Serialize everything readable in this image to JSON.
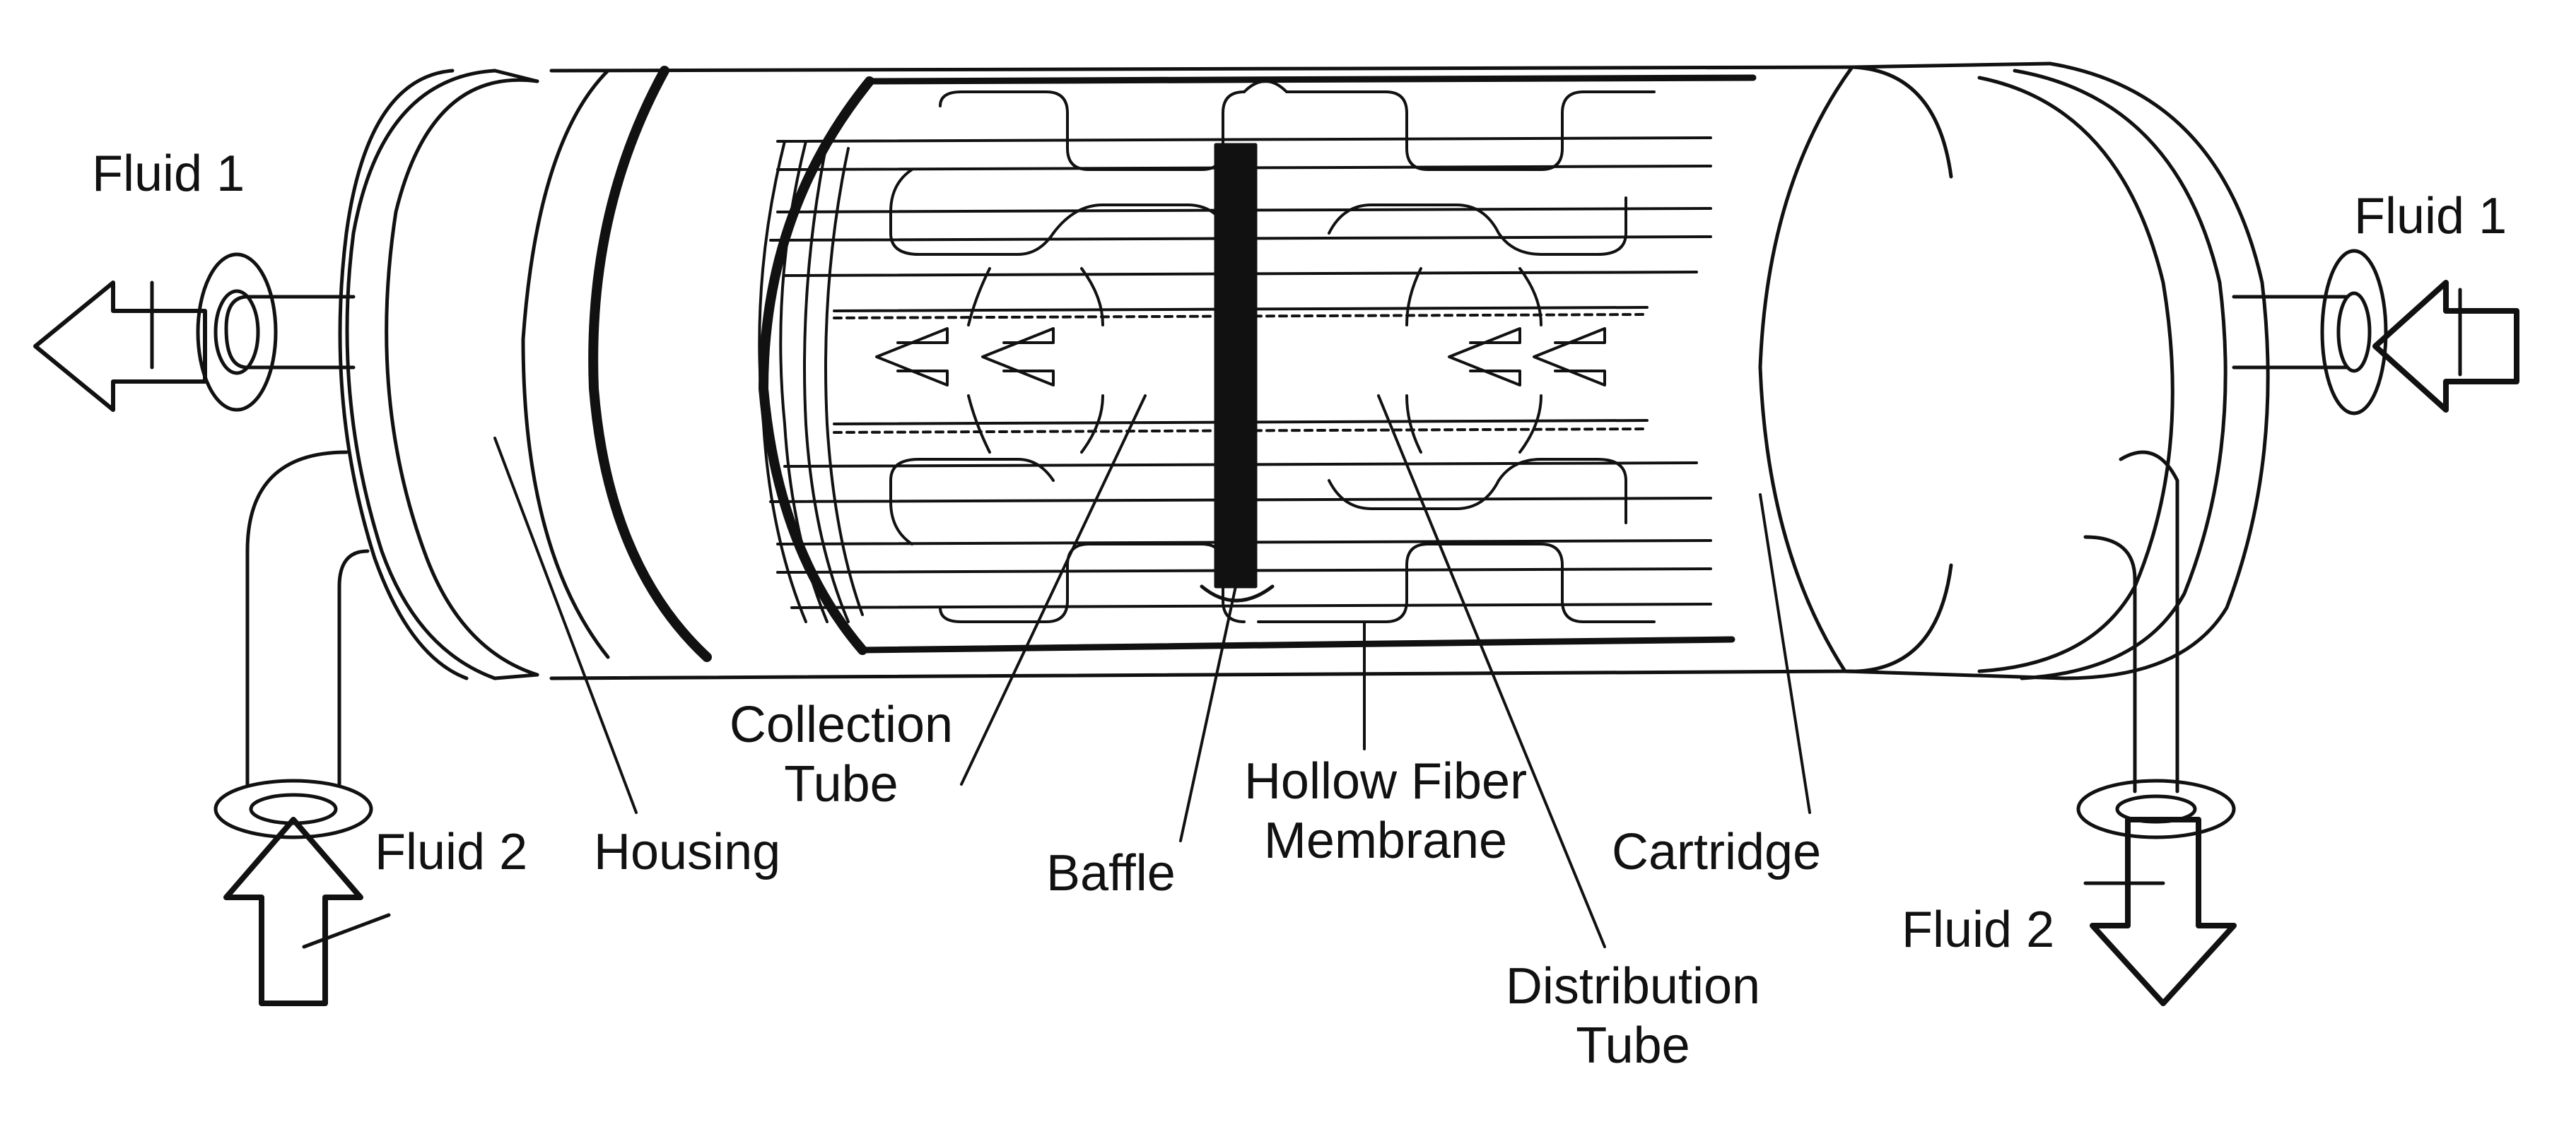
{
  "labels": {
    "fluid1_left": "Fluid 1",
    "fluid1_right": "Fluid 1",
    "fluid2_left": "Fluid 2",
    "fluid2_right": "Fluid 2",
    "housing": "Housing",
    "collection_tube_1": "Collection",
    "collection_tube_2": "Tube",
    "baffle": "Baffle",
    "hollow_fiber_1": "Hollow Fiber",
    "hollow_fiber_2": "Membrane",
    "cartridge": "Cartridge",
    "distribution_tube_1": "Distribution",
    "distribution_tube_2": "Tube"
  },
  "colors": {
    "ink": "#111111",
    "background": "#ffffff"
  }
}
